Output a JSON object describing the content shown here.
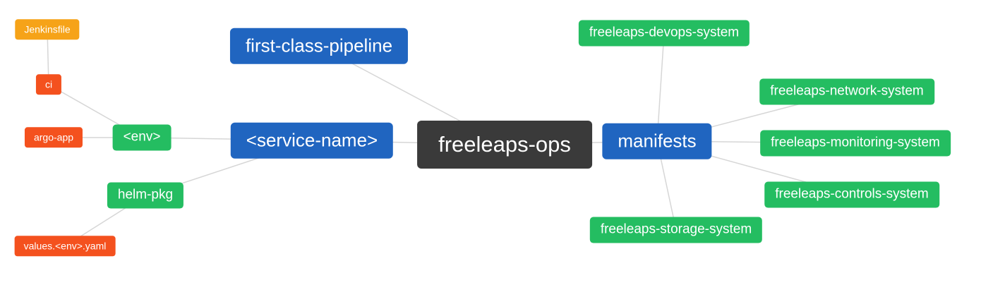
{
  "diagram": {
    "title": "freeleaps-ops mind map",
    "colors": {
      "dark": "#3a3a3a",
      "blue": "#2065c0",
      "green": "#24bd61",
      "orange_red": "#f4511e",
      "amber": "#f6a318",
      "edge": "#d6d6d6"
    },
    "nodes": {
      "freeleaps_ops": {
        "label": "freeleaps-ops"
      },
      "first_class_pipeline": {
        "label": "first-class-pipeline"
      },
      "service_name": {
        "label": "<service-name>"
      },
      "env": {
        "label": "<env>"
      },
      "ci": {
        "label": "ci"
      },
      "jenkinsfile": {
        "label": "Jenkinsfile"
      },
      "argo_app": {
        "label": "argo-app"
      },
      "helm_pkg": {
        "label": "helm-pkg"
      },
      "values_env_yaml": {
        "label": "values.<env>.yaml"
      },
      "manifests": {
        "label": "manifests"
      },
      "devops_system": {
        "label": "freeleaps-devops-system"
      },
      "network_system": {
        "label": "freeleaps-network-system"
      },
      "monitoring_system": {
        "label": "freeleaps-monitoring-system"
      },
      "controls_system": {
        "label": "freeleaps-controls-system"
      },
      "storage_system": {
        "label": "freeleaps-storage-system"
      }
    },
    "edges": [
      [
        "jenkinsfile",
        "ci"
      ],
      [
        "ci",
        "env"
      ],
      [
        "argo_app",
        "env"
      ],
      [
        "env",
        "service_name"
      ],
      [
        "helm_pkg",
        "service_name"
      ],
      [
        "values_env_yaml",
        "helm_pkg"
      ],
      [
        "service_name",
        "freeleaps_ops"
      ],
      [
        "first_class_pipeline",
        "freeleaps_ops"
      ],
      [
        "freeleaps_ops",
        "manifests"
      ],
      [
        "manifests",
        "devops_system"
      ],
      [
        "manifests",
        "network_system"
      ],
      [
        "manifests",
        "monitoring_system"
      ],
      [
        "manifests",
        "controls_system"
      ],
      [
        "manifests",
        "storage_system"
      ]
    ]
  }
}
